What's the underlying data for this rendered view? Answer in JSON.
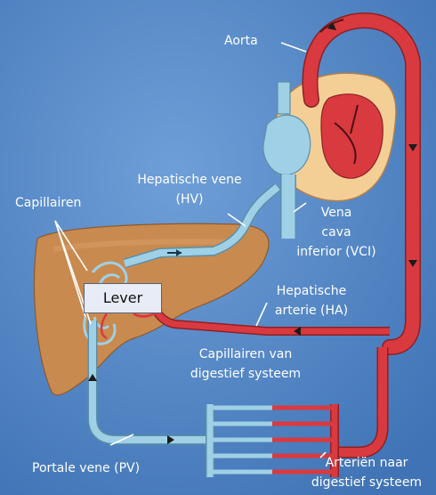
{
  "labels": {
    "aorta": "Aorta",
    "hepatische_vene": [
      "Hepatische vene",
      "(HV)"
    ],
    "capillairen": "Capillairen",
    "vena_cava": [
      "Vena",
      "cava",
      "inferior (VCI)"
    ],
    "lever": "Lever",
    "hepatische_arterie": [
      "Hepatische",
      "arterie (HA)"
    ],
    "capillairen_digestief": [
      "Capillairen van",
      "digestief systeem"
    ],
    "portale_vene": "Portale vene (PV)",
    "arterien": [
      "Arteriën naar",
      "digestief systeem"
    ]
  },
  "colors": {
    "background": "#4f86c6",
    "artery": "#d93a3f",
    "vein": "#9fd0e6",
    "liver": "#c98a4f",
    "heart_tissue": "#f3cf96",
    "label_text": "#ffffff"
  }
}
